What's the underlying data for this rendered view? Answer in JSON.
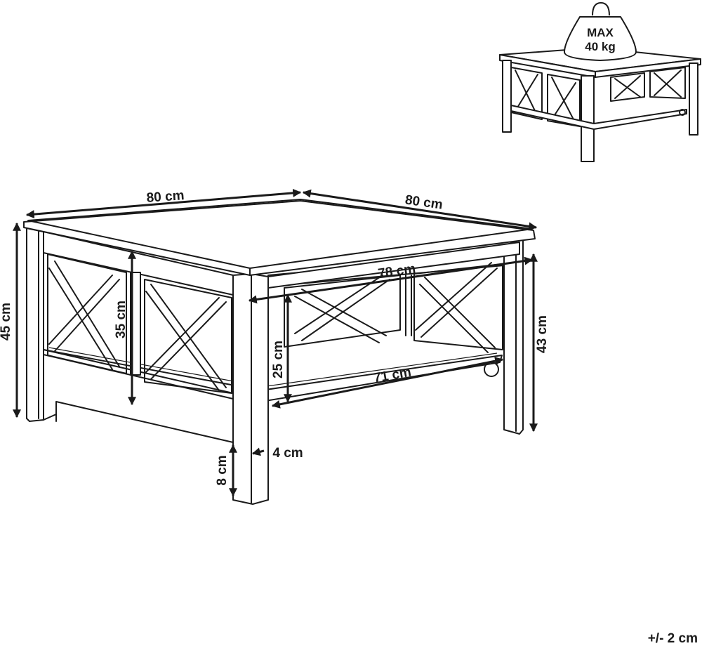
{
  "dimensions": {
    "width_front": "80 cm",
    "width_side": "80 cm",
    "inner_top": "78 cm",
    "inner_shelf": "71 cm",
    "height_total": "45 cm",
    "height_apron_side": "35 cm",
    "height_right": "43 cm",
    "height_shelf_gap": "25 cm",
    "leg_width": "4 cm",
    "leg_clearance": "8 cm"
  },
  "load": {
    "line1": "MAX",
    "line2": "40 kg"
  },
  "tolerance": "+/- 2 cm"
}
